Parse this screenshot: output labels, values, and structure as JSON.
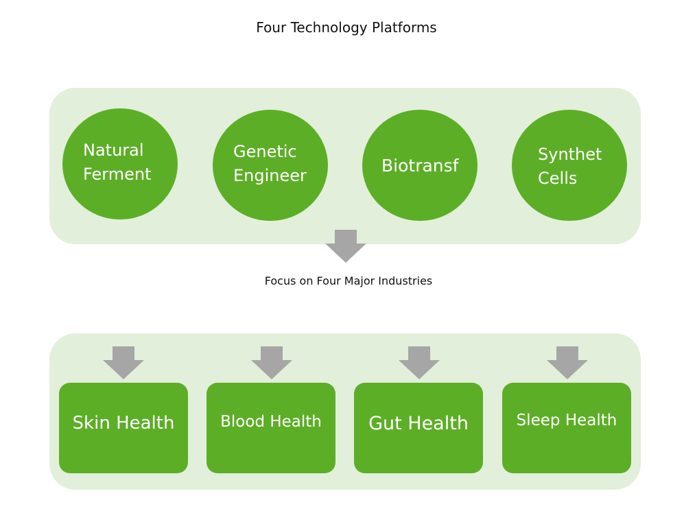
{
  "title": "Four Technology Platforms",
  "subtitle": "Focus on Four Major Industries",
  "platforms": [
    {
      "lines": [
        "Natural",
        "Ferment"
      ]
    },
    {
      "lines": [
        "Genetic",
        "Engineer"
      ]
    },
    {
      "lines": [
        "Biotransf"
      ]
    },
    {
      "lines": [
        "Synthet",
        "Cells"
      ]
    }
  ],
  "industries": [
    {
      "label": "Skin Health"
    },
    {
      "label": "Blood Health"
    },
    {
      "label": "Gut Health"
    },
    {
      "label": "Sleep Health"
    }
  ],
  "colors": {
    "panel": "#e2efda",
    "node": "#5dae27",
    "arrow": "#a6a6a6",
    "text_light": "#ffffff",
    "text_dark": "#111111"
  },
  "icons": {
    "arrow": "down-arrow-icon"
  }
}
